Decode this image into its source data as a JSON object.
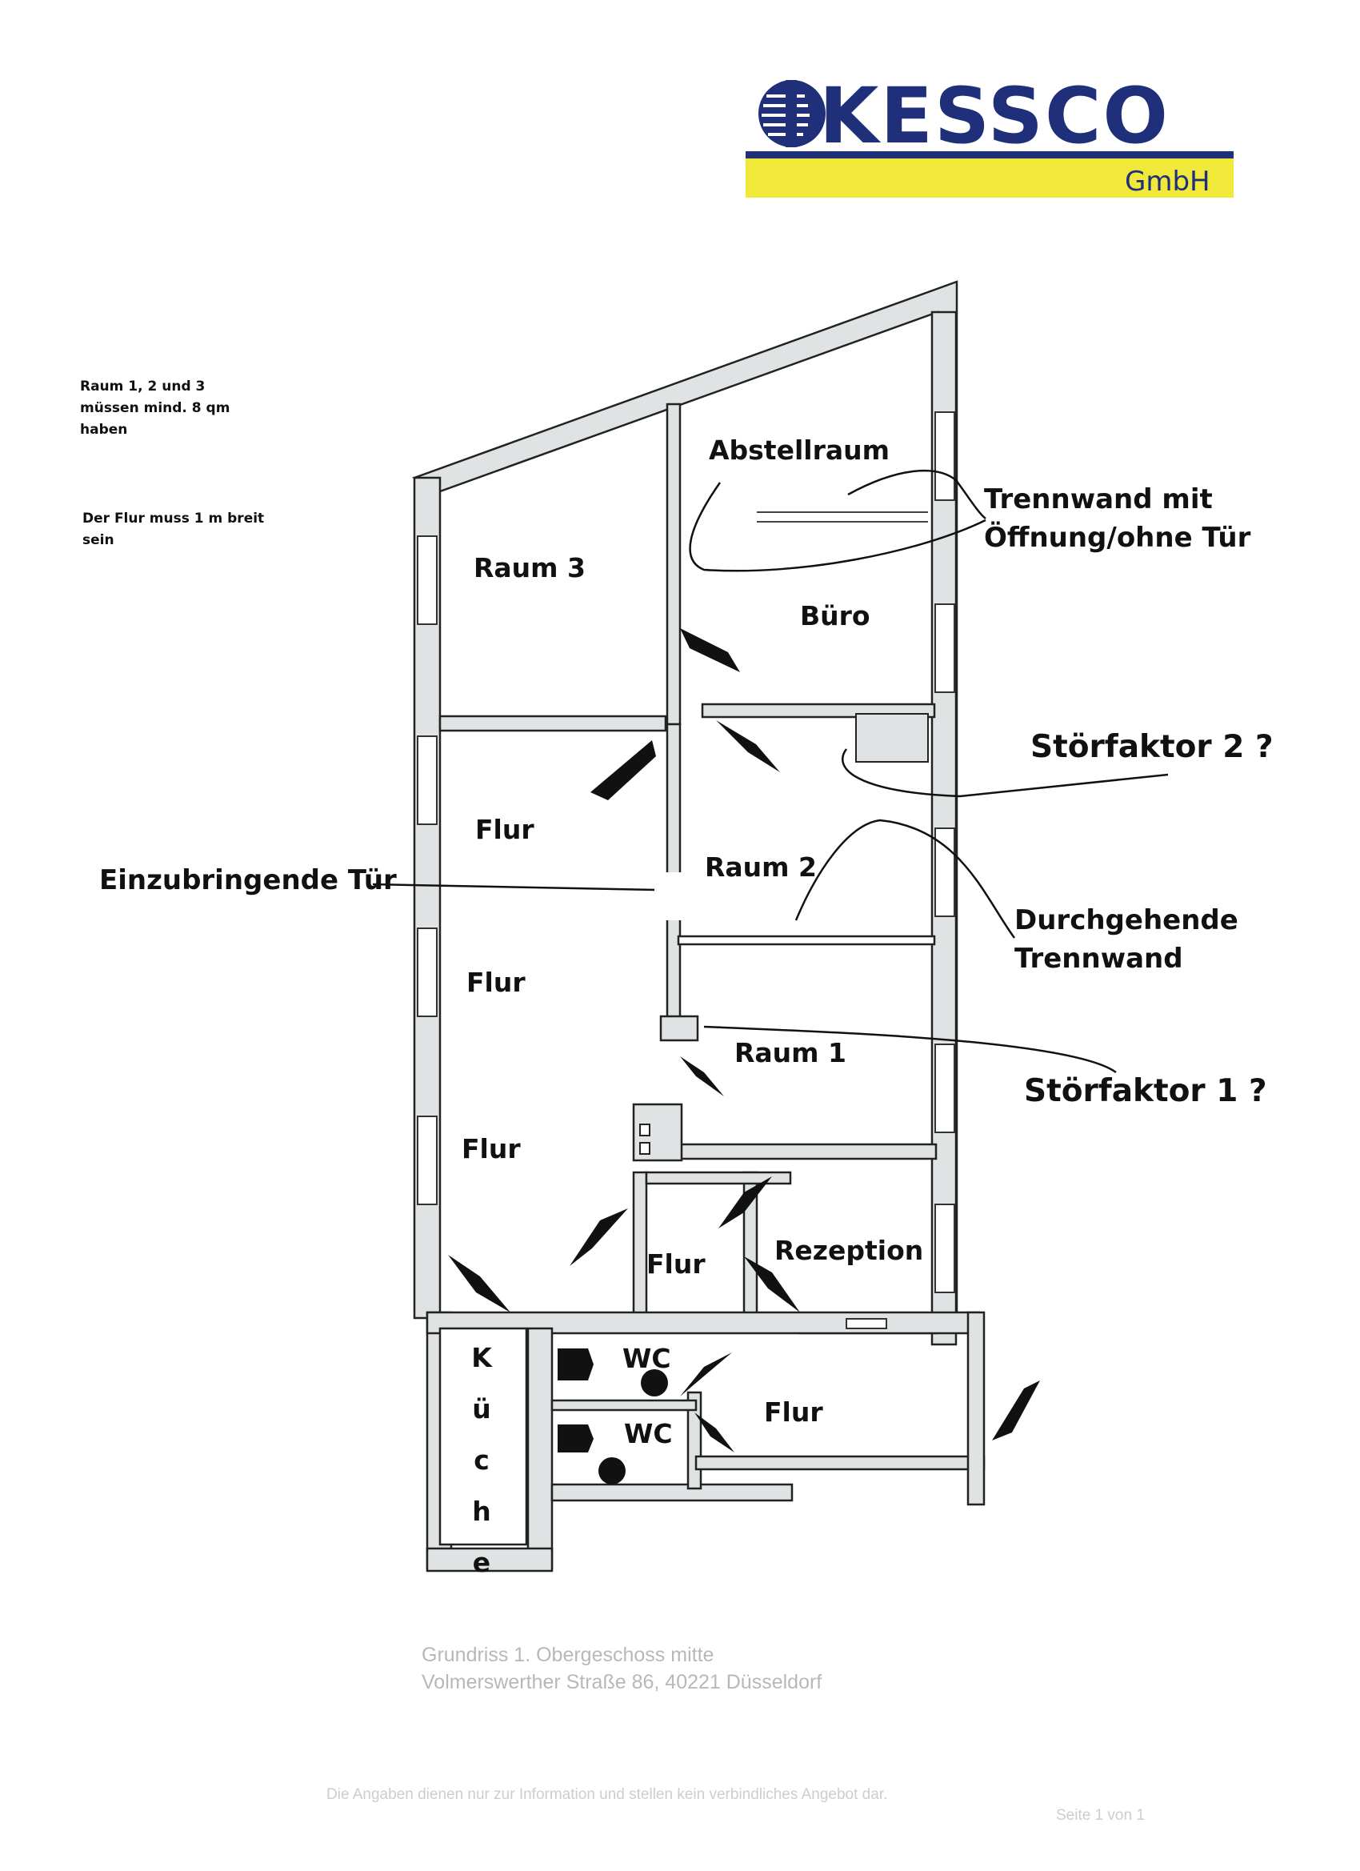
{
  "logo": {
    "brand": "KESSCO",
    "suffix": "GmbH",
    "colors": {
      "navy": "#1f2f7a",
      "yellow": "#f0e93a"
    }
  },
  "notes": {
    "rooms_requirement": "Raum 1, 2 und 3 müssen mind. 8 qm haben",
    "corridor_requirement": "Der Flur muss 1 m breit sein"
  },
  "rooms": {
    "abstellraum": "Abstellraum",
    "raum3": "Raum 3",
    "buero": "Büro",
    "flur_1": "Flur",
    "raum2": "Raum 2",
    "flur_2": "Flur",
    "raum1": "Raum 1",
    "flur_3": "Flur",
    "flur_4": "Flur",
    "rezeption": "Rezeption",
    "kueche_letters": [
      "K",
      "ü",
      "c",
      "h",
      "e"
    ],
    "wc_1": "WC",
    "wc_2": "WC",
    "flur_5": "Flur"
  },
  "callouts": {
    "trennwand_line1": "Trennwand mit",
    "trennwand_line2": "Öffnung/ohne Tür",
    "stoerfaktor2": "Störfaktor 2 ?",
    "einzubringende_tuer": "Einzubringende Tür",
    "durchgehende_line1": "Durchgehende",
    "durchgehende_line2": "Trennwand",
    "stoerfaktor1": "Störfaktor 1 ?"
  },
  "footer": {
    "plan_title": "Grundriss  1. Obergeschoss mitte",
    "address": "Volmerswerther Straße 86, 40221 Düsseldorf",
    "disclaimer": "Die Angaben dienen nur zur Information und stellen kein verbindliches Angebot dar.",
    "page": "Seite 1 von 1"
  },
  "colors": {
    "wall_fill": "#dfe3e4",
    "wall_stroke": "#222222",
    "door_fill": "#111111"
  }
}
